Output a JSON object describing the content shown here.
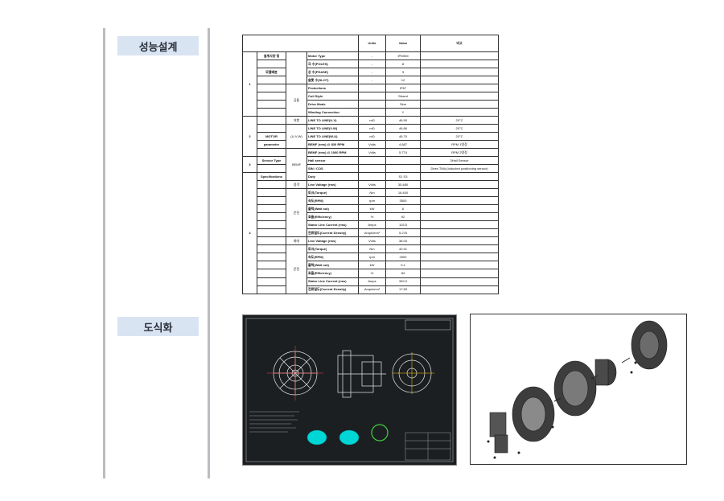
{
  "sections": {
    "performance_label": "성능설계",
    "drawing_label": "도식화"
  },
  "spec_table": {
    "headers": [
      "Units",
      "Value",
      "비고"
    ],
    "rows": [
      {
        "g1": "1",
        "g2": "설계사양 및",
        "g3": "",
        "param": "Motor Type",
        "unit": "-",
        "value": "IPMSM",
        "note": ""
      },
      {
        "g1": "",
        "g2": "",
        "g3": "",
        "param": "극 수(POLES)",
        "unit": "-",
        "value": "8",
        "note": ""
      },
      {
        "g1": "",
        "g2": "모델배분",
        "g3": "",
        "param": "상 수(PHASE)",
        "unit": "-",
        "value": "3",
        "note": ""
      },
      {
        "g1": "",
        "g2": "",
        "g3": "",
        "param": "슬롯 수(SLOT)",
        "unit": "-",
        "value": "12",
        "note": ""
      },
      {
        "g1": "",
        "g2": "",
        "g3": "공통",
        "param": "Protections",
        "unit": "",
        "value": "IP67",
        "note": ""
      },
      {
        "g1": "",
        "g2": "",
        "g3": "",
        "param": "Coil Style",
        "unit": "",
        "value": "Strand",
        "note": ""
      },
      {
        "g1": "",
        "g2": "",
        "g3": "",
        "param": "Drive Mode",
        "unit": "",
        "value": "Sine",
        "note": ""
      },
      {
        "g1": "",
        "g2": "",
        "g3": "",
        "param": "Winding Connection",
        "unit": "",
        "value": "Y",
        "note": ""
      },
      {
        "g1": "2",
        "g2": "",
        "g3": "저항",
        "param": "LINE TO LINE(U-V)",
        "unit": "mΩ",
        "value": "46.90",
        "note": "20°C"
      },
      {
        "g1": "",
        "g2": "",
        "g3": "(U-V-W)",
        "param": "LINE TO LINE(V-W)",
        "unit": "mΩ",
        "value": "46.86",
        "note": "20°C"
      },
      {
        "g1": "",
        "g2": "MOTOR",
        "g3": "",
        "param": "LINE TO LINE(W-U)",
        "unit": "mΩ",
        "value": "46.70",
        "note": "20°C"
      },
      {
        "g1": "",
        "g2": "parameter",
        "g3": "",
        "param": "BEMF (rms) @ 830 RPM",
        "unit": "Volts",
        "value": "4.687",
        "note": "RPM 1명정"
      },
      {
        "g1": "",
        "g2": "",
        "g3": "BEMF",
        "param": "BEMF (rms) @ 1000 RPM",
        "unit": "Volts",
        "value": "5.774",
        "note": "RPM 2명정"
      },
      {
        "g1": "3",
        "g2": "Sensor Type",
        "g3": "",
        "param": "Hall sensor",
        "unit": "",
        "value": "",
        "note": "3Hall Sensor"
      },
      {
        "g1": "",
        "g2": "",
        "g3": "",
        "param": "SIN / COS",
        "unit": "",
        "value": "",
        "note": "Dees TMA (Inducted positioning sensor)"
      },
      {
        "g1": "4",
        "g2": "Specifications",
        "g3": "",
        "param": "Duty",
        "unit": "",
        "value": "S1 S3",
        "note": ""
      },
      {
        "g1": "",
        "g2": "",
        "g3": "정격",
        "param": "Line Voltage (rms)",
        "unit": "Volts",
        "value": "35.480",
        "note": ""
      },
      {
        "g1": "",
        "g2": "",
        "g3": "운전",
        "param": "토크(Torque)",
        "unit": "Nm",
        "value": "16.400",
        "note": ""
      },
      {
        "g1": "",
        "g2": "",
        "g3": "",
        "param": "속도(RPM)",
        "unit": "rpm",
        "value": "3500",
        "note": ""
      },
      {
        "g1": "",
        "g2": "",
        "g3": "",
        "param": "출력(Watt out)",
        "unit": "kW",
        "value": "6",
        "note": ""
      },
      {
        "g1": "",
        "g2": "",
        "g3": "",
        "param": "효율(Efficiency)",
        "unit": "%",
        "value": "92",
        "note": ""
      },
      {
        "g1": "",
        "g2": "",
        "g3": "",
        "param": "Stator Line Current (rms)",
        "unit": "Amps",
        "value": "103.5",
        "note": ""
      },
      {
        "g1": "",
        "g2": "",
        "g3": "",
        "param": "전류밀도(Current Density)",
        "unit": "Amps/mm²",
        "value": "5.276",
        "note": ""
      },
      {
        "g1": "",
        "g2": "",
        "g3": "최대",
        "param": "Line Voltage (rms)",
        "unit": "Volts",
        "value": "36.00",
        "note": ""
      },
      {
        "g1": "",
        "g2": "",
        "g3": "운전",
        "param": "토크(Torque)",
        "unit": "Nm",
        "value": "40.91",
        "note": ""
      },
      {
        "g1": "",
        "g2": "",
        "g3": "",
        "param": "속도(RPM)",
        "unit": "rpm",
        "value": "2500",
        "note": ""
      },
      {
        "g1": "",
        "g2": "",
        "g3": "",
        "param": "출력(Watt out)",
        "unit": "kW",
        "value": "9.1",
        "note": ""
      },
      {
        "g1": "",
        "g2": "",
        "g3": "",
        "param": "효율(Efficiency)",
        "unit": "%",
        "value": "83",
        "note": ""
      },
      {
        "g1": "",
        "g2": "",
        "g3": "",
        "param": "Stator Line Current (rms)",
        "unit": "Amps",
        "value": "349.0",
        "note": ""
      },
      {
        "g1": "",
        "g2": "",
        "g3": "",
        "param": "전류밀도(Current Density)",
        "unit": "Amps/mm²",
        "value": "17.83",
        "note": ""
      }
    ]
  },
  "colors": {
    "label_bg": "#d9e4f2",
    "divider": "#b9bcc0",
    "cad_bg": "#1c1f22",
    "cad_accent": "#00d6d6"
  }
}
